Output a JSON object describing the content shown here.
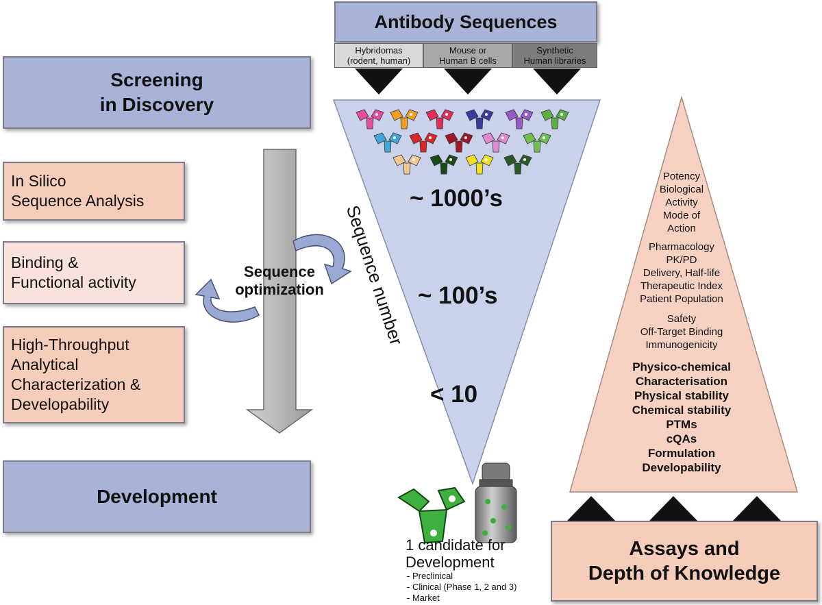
{
  "header": {
    "title": "Antibody Sequences",
    "sources": [
      "Hybridomas\n(rodent, human)",
      "Mouse or\nHuman B cells",
      "Synthetic\nHuman libraries"
    ]
  },
  "left": {
    "screening_title": "Screening\nin Discovery",
    "steps": [
      "In Silico\nSequence Analysis",
      "Binding &\nFunctional activity",
      "High-Throughput\nAnalytical\nCharacterization &\nDevelopability"
    ],
    "development_title": "Development",
    "optimization_label": "Sequence\noptimization"
  },
  "funnel": {
    "axis_label": "Sequence number",
    "counts": [
      "~ 1000’s",
      "~ 100’s",
      "< 10"
    ],
    "antibody_colors": [
      "#e64d9a",
      "#f0a020",
      "#e0305a",
      "#3a3aa0",
      "#9a5ac8",
      "#5ab040",
      "#40a8d8",
      "#d82828",
      "#a01828",
      "#e08ad0",
      "#70c050",
      "#f0c890",
      "#1a4a1a",
      "#f0e020",
      "#2a5a2a"
    ],
    "candidate": {
      "title": "1 candidate for\nDevelopment",
      "stages": [
        "- Preclinical",
        "- Clinical (Phase 1, 2 and 3)",
        "- Market"
      ]
    }
  },
  "pyramid": {
    "groups": [
      [
        "Potency",
        "Biological",
        "Activity",
        "Mode of",
        "Action"
      ],
      [
        "Pharmacology",
        "PK/PD",
        "Delivery, Half-life",
        "Therapeutic Index",
        "Patient Population"
      ],
      [
        "Safety",
        "Off-Target Binding",
        "Immunogenicity"
      ]
    ],
    "bold_items": [
      "Physico-chemical",
      "Characterisation",
      "Physical stability",
      "Chemical stability",
      "PTMs",
      "cQAs",
      "Formulation",
      "Developability"
    ],
    "footer_title": "Assays and\nDepth of Knowledge"
  },
  "colors": {
    "blue_box": "#a9b3d8",
    "salmon_box": "#f6cdbb",
    "pink_box": "#f9e2dc",
    "funnel": "#c9d2ea",
    "pyramid": "#f7d2c2",
    "arrow": "#b5b5b5"
  }
}
